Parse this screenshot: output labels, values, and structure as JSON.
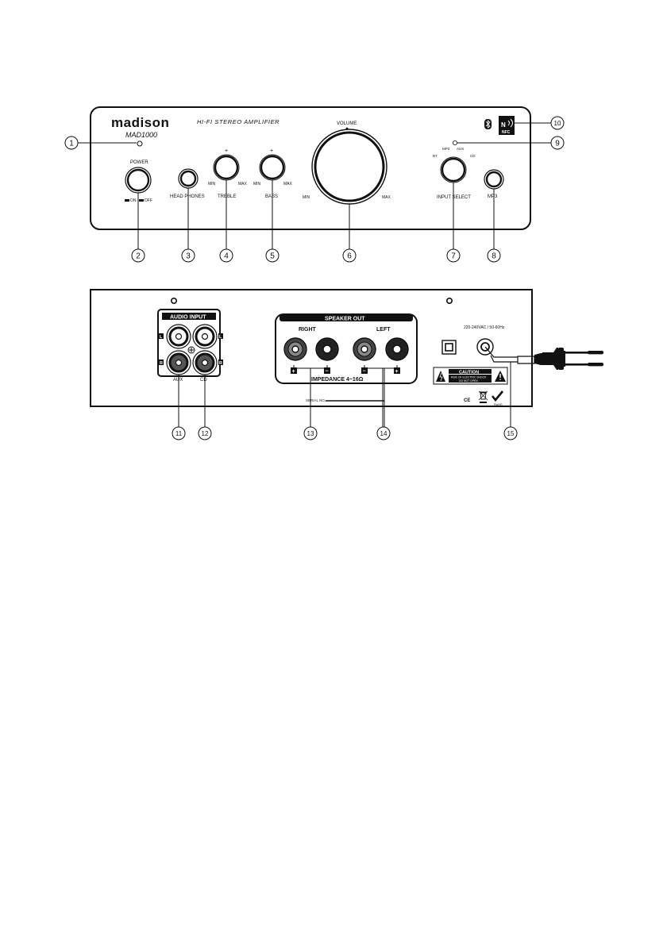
{
  "front_panel": {
    "brand": "madison",
    "model": "MAD1000",
    "subtitle": "HI-FI STEREO AMPLIFIER",
    "power_label": "POWER",
    "power_on": "ON",
    "power_off": "OFF",
    "headphones_label": "HEAD PHONES",
    "treble_label": "TREBLE",
    "bass_label": "BASS",
    "volume_label": "VOLUME",
    "knob_min": "MIN",
    "knob_max": "MAX",
    "knob_plus": "+",
    "input_select_label": "INPUT SELECT",
    "input_bt": "BT",
    "input_mp3": "MP3",
    "input_aux": "AUX",
    "input_cd": "CD",
    "mp3_label": "MP3",
    "nfc_label": "NFC",
    "bluetooth_icon": "bluetooth-icon"
  },
  "rear_panel": {
    "audio_input_title": "AUDIO INPUT",
    "channel_l": "L",
    "channel_r": "R",
    "aux_label": "AUX",
    "cd_label": "CD",
    "speaker_out_title": "SPEAKER OUT",
    "right_label": "RIGHT",
    "left_label": "LEFT",
    "plus": "+",
    "minus": "−",
    "impedance_label": "IMPEDANCE 4~16Ω",
    "voltage_label": "220-240VAC / 50-60Hz",
    "caution_title": "CAUTION",
    "caution_line1": "RISK OF ELECTRIC SHOCK",
    "caution_line2": "DO NOT OPEN",
    "serial_label": "SERIAL NO.",
    "ce_mark": "CE",
    "rohs_label": "RoHS"
  },
  "callouts": [
    "1",
    "2",
    "3",
    "4",
    "5",
    "6",
    "7",
    "8",
    "9",
    "10",
    "11",
    "12",
    "13",
    "14",
    "15"
  ]
}
